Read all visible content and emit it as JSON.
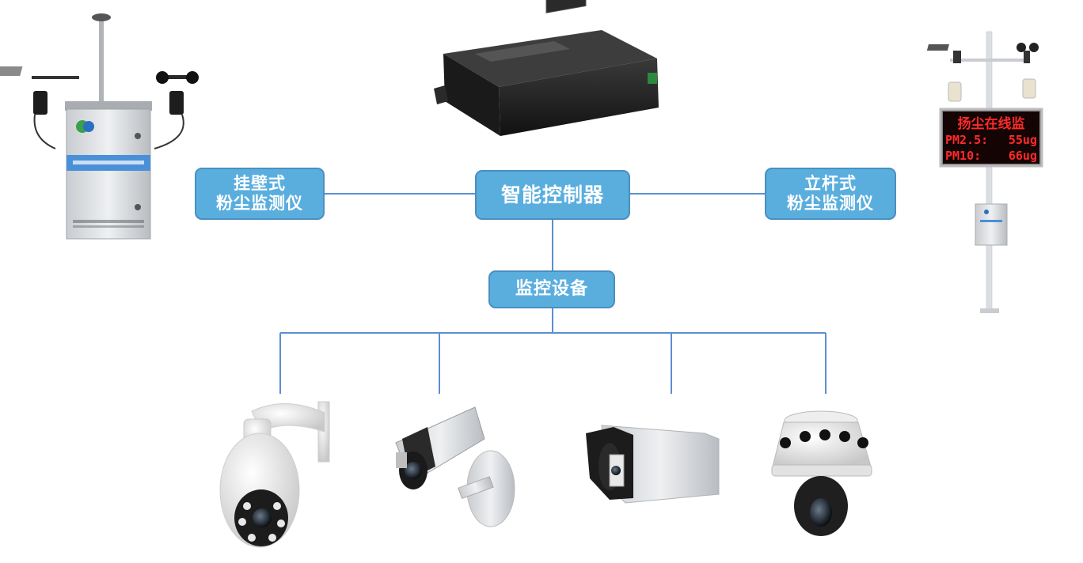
{
  "nodes": {
    "wall_mounted": {
      "line1": "挂壁式",
      "line2": "粉尘监测仪"
    },
    "controller": {
      "label": "智能控制器"
    },
    "pole_mounted": {
      "line1": "立杆式",
      "line2": "粉尘监测仪"
    },
    "monitoring": {
      "label": "监控设备"
    }
  },
  "led_display": {
    "line1": "扬尘在线监",
    "line2_label": "PM2.5:",
    "line2_value": "55ug",
    "line3_label": "PM10:",
    "line3_value": "66ug"
  },
  "colors": {
    "node_fill": "#5aaede",
    "node_border": "#4a8fbf",
    "connector": "#5b8fd0",
    "led_text": "#ff2a2a"
  },
  "icons": [
    "wall-mounted-dust-monitor-image",
    "smart-controller-image",
    "pole-mounted-dust-monitor-image",
    "speed-dome-camera-image",
    "bullet-camera-image",
    "box-camera-image",
    "panoramic-dome-camera-image"
  ]
}
